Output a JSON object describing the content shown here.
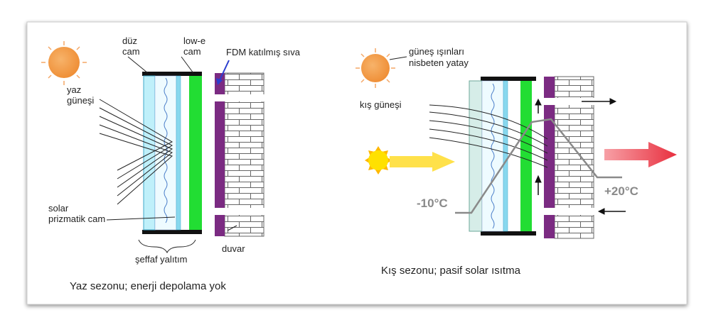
{
  "colors": {
    "clear_glass": "#bff0fa",
    "prismatic_glass": "#88d8ee",
    "lowe_glass": "#22dd33",
    "pcm_plaster": "#7b2b82",
    "sun": "#f0923a",
    "winter_sun": "#ffe100",
    "hot_arrow": "#e8303f",
    "temp_line": "#8a8a8a"
  },
  "summer": {
    "label_duz_cam": [
      "düz",
      "cam"
    ],
    "label_lowe_cam": [
      "low-e",
      "cam"
    ],
    "label_fdm": "FDM katılmış sıva",
    "label_yaz_gunesi": [
      "yaz",
      "güneşi"
    ],
    "label_solar_prizmatik": [
      "solar",
      "prizmatik cam"
    ],
    "label_seffaf_yalitim": "şeffaf yalıtım",
    "label_duvar": "duvar",
    "caption": "Yaz sezonu; enerji depolama yok"
  },
  "winter": {
    "label_gunes_isinlari": [
      "güneş ışınları",
      "nisbeten yatay"
    ],
    "label_kis_gunesi": "kış güneşi",
    "temp_outside": "-10°C",
    "temp_inside": "+20°C",
    "caption": "Kış sezonu; pasif solar ısıtma"
  }
}
